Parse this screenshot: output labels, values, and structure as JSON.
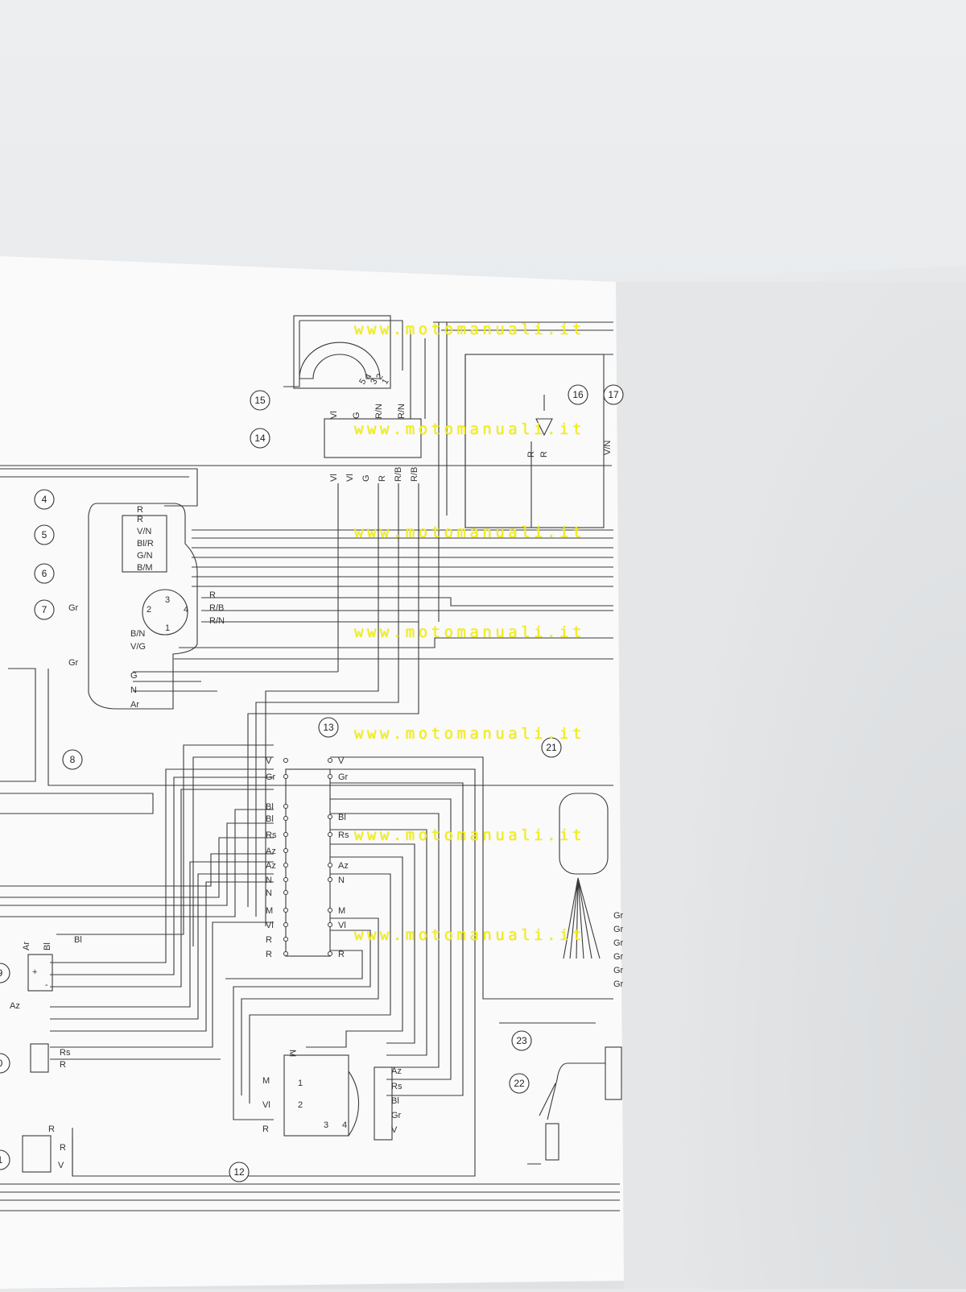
{
  "watermark": {
    "text": "www.motomanuali.it",
    "color": "#f2ef1a",
    "repeat": 7
  },
  "callouts": [
    {
      "id": "4",
      "label": "4"
    },
    {
      "id": "5",
      "label": "5"
    },
    {
      "id": "6",
      "label": "6"
    },
    {
      "id": "7",
      "label": "7"
    },
    {
      "id": "8",
      "label": "8"
    },
    {
      "id": "9",
      "label": "9"
    },
    {
      "id": "10",
      "label": "0"
    },
    {
      "id": "11",
      "label": "1"
    },
    {
      "id": "12",
      "label": "12"
    },
    {
      "id": "13",
      "label": "13"
    },
    {
      "id": "14",
      "label": "14"
    },
    {
      "id": "15",
      "label": "15"
    },
    {
      "id": "16",
      "label": "16"
    },
    {
      "id": "17",
      "label": "17"
    },
    {
      "id": "21",
      "label": "21"
    },
    {
      "id": "22",
      "label": "22"
    },
    {
      "id": "23",
      "label": "23"
    }
  ],
  "connector_left": {
    "wires": [
      "R",
      "R",
      "V/N",
      "Bl/R",
      "G/N",
      "B/M"
    ],
    "wires_lower": [
      "B/N",
      "V/G",
      "G",
      "N",
      "Ar"
    ],
    "socket_wires": [
      "R",
      "R/B",
      "R/N"
    ],
    "socket_pins": [
      "3",
      "2",
      "4",
      "1"
    ],
    "gr_labels": [
      "Gr",
      "Gr"
    ]
  },
  "switch_13": {
    "left": [
      "V",
      "Gr",
      "Bl",
      "Bl",
      "Rs",
      "Az",
      "Az",
      "N",
      "N",
      "M",
      "Vl",
      "R",
      "R"
    ],
    "right": [
      "V",
      "Gr",
      "Bl",
      "Rs",
      "Az",
      "N",
      "M",
      "Vl",
      "R"
    ]
  },
  "switch_15": {
    "pins": [
      "5",
      "4",
      "3",
      "2",
      "1"
    ]
  },
  "connector_14": {
    "top": [
      "Vl",
      "G",
      "R/N",
      "R/N"
    ],
    "bottom": [
      "Vl",
      "Vl",
      "G",
      "R",
      "R/B",
      "R/B"
    ]
  },
  "block_12": {
    "left": [
      "M",
      "Vl",
      "R"
    ],
    "pins": [
      "1",
      "2",
      "3",
      "4"
    ],
    "right": [
      "Az",
      "Rs",
      "Bl",
      "Gr",
      "V"
    ]
  },
  "block_9": {
    "labels": [
      "Ar",
      "Bl",
      "Bl",
      "Az",
      "+",
      "-"
    ]
  },
  "block_10": {
    "labels": [
      "Rs",
      "R"
    ]
  },
  "block_11": {
    "labels": [
      "R",
      "R",
      "V"
    ]
  },
  "block_21": {
    "labels": [
      "Gr",
      "Gr",
      "Gr",
      "Gr",
      "Gr",
      "Gr"
    ]
  },
  "gauge_16": {
    "labels": [
      "R",
      "R"
    ]
  },
  "misc_labels": {
    "vn17": "V/N",
    "m_top": "M"
  }
}
